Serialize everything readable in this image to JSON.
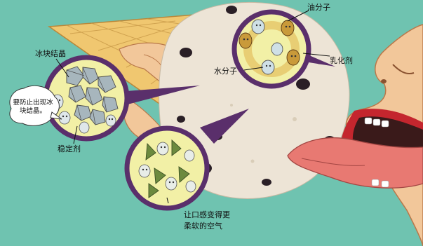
{
  "labels": {
    "ice_crystal": "冰块结晶",
    "stabilizer": "稳定剂",
    "oil_molecule": "油分子",
    "emulsifier": "乳化剂",
    "water_molecule": "水分子",
    "soft_air_line1": "让口感变得更",
    "soft_air_line2": "柔软的空气"
  },
  "speech_bubble": {
    "line1": "要防止出现冰",
    "line2": "块结晶。"
  },
  "colors": {
    "background": "#6fc3b0",
    "ring": "#5a2f6b",
    "inset_fill": "#f2f0a6",
    "ice_cream": "#ede4d6",
    "tongue": "#e87972",
    "lips": "#c4262e",
    "skin": "#f2c79a",
    "cone": "#f0c770"
  }
}
